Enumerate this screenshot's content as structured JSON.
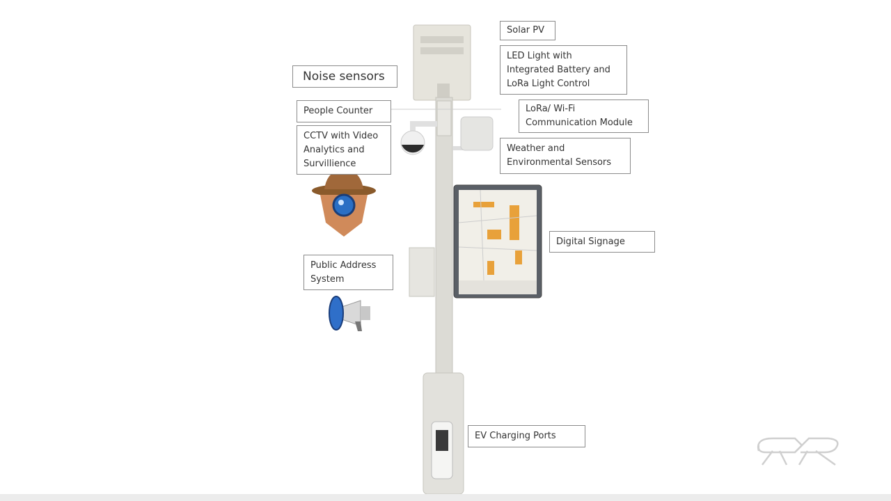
{
  "labels": {
    "solar_pv": "Solar PV",
    "led_light": "LED Light with Integrated Battery and LoRa Light Control",
    "noise_sensors": "Noise sensors",
    "people_counter": "People Counter",
    "lora_wifi": "LoRa/ Wi-Fi Communication Module",
    "cctv": "CCTV with Video Analytics and Survillience",
    "weather": "Weather and Environmental Sensors",
    "digital_signage": "Digital Signage",
    "public_address": "Public Address System",
    "ev_charging": "EV Charging Ports"
  },
  "logo": "RR",
  "colors": {
    "border": "#8a8a8a",
    "pole": "#d9d9d4",
    "map_orange": "#e8a13a"
  }
}
